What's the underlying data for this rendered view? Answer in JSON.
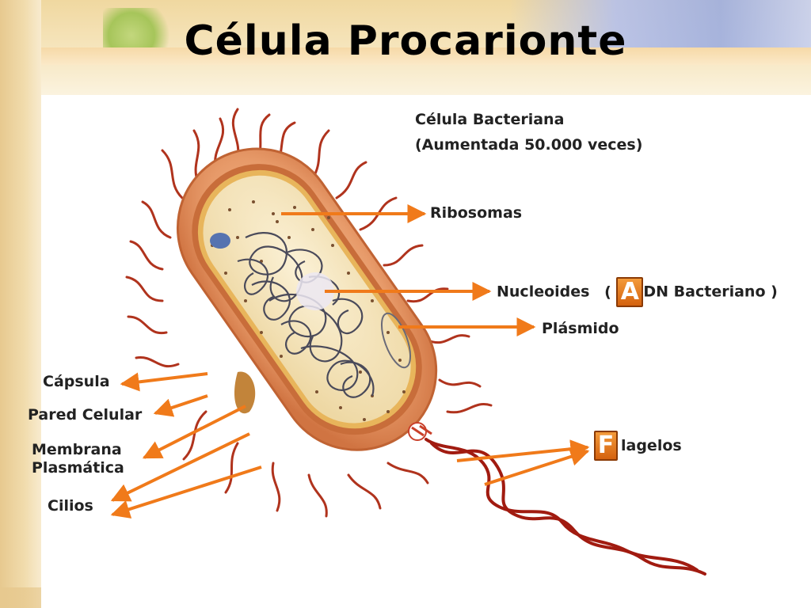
{
  "slide": {
    "title": "Célula Procarionte"
  },
  "caption": {
    "line1": "Célula Bacteriana",
    "line2": "(Aumentada 50.000 veces)"
  },
  "labels": {
    "ribosomas": "Ribosomas",
    "nucleoides": "Nucleoides",
    "adn_open": "(",
    "adn_letter": "A",
    "adn_rest": "DN Bacteriano )",
    "plasmido": "Plásmido",
    "capsula": "Cápsula",
    "pared": "Pared Celular",
    "membrana_line1": "Membrana",
    "membrana_line2": "Plasmática",
    "cilios": "Cilios",
    "flagelos_letter": "F",
    "flagelos_rest": "lagelos"
  },
  "colors": {
    "arrow": "#f07a1a",
    "capsule": "#e8a070",
    "wall": "#c86d3a",
    "cytoplasm": "#f3e3b8",
    "dna": "#4a4a5a",
    "pili": "#b0331d",
    "flagellum": "#a11b10"
  }
}
